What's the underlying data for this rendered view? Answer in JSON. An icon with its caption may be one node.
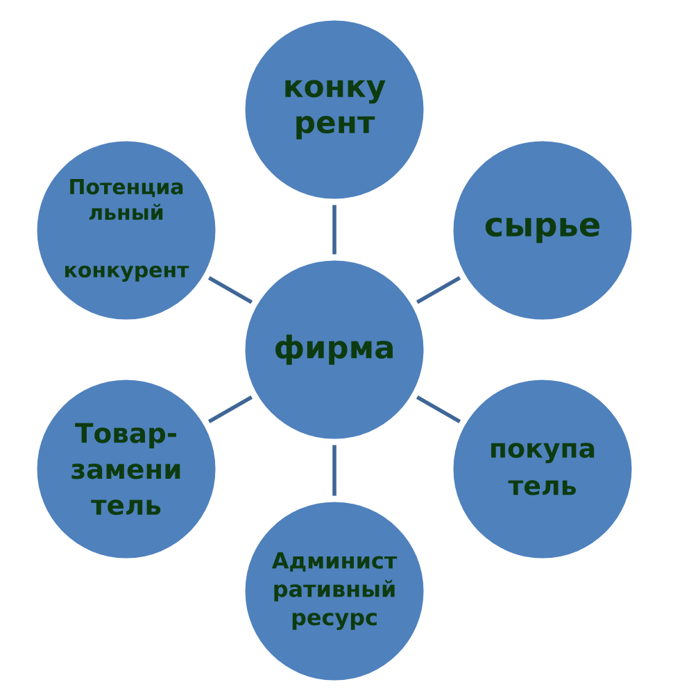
{
  "diagram": {
    "nodes": [
      {
        "text": [
          "конку рент"
        ]
      },
      {
        "text": [
          "Потенциа льный",
          "конкурент"
        ]
      },
      {
        "text": [
          "сырье"
        ]
      },
      {
        "text": [
          "фирма"
        ]
      },
      {
        "text": [
          "Товар-замени тель"
        ]
      },
      {
        "text": [
          "покупа тель"
        ]
      },
      {
        "text": [
          "Админист ративный ресурс"
        ]
      }
    ],
    "edges": [
      {
        "from": 3,
        "to": 0,
        "arrow": "none"
      },
      {
        "from": 3,
        "to": 2,
        "arrow": "none"
      },
      {
        "from": 3,
        "to": 5,
        "arrow": "none"
      },
      {
        "from": 3,
        "to": 6,
        "arrow": "none"
      },
      {
        "from": 3,
        "to": 4,
        "arrow": "none"
      },
      {
        "from": 3,
        "to": 1,
        "arrow": "none"
      }
    ]
  }
}
